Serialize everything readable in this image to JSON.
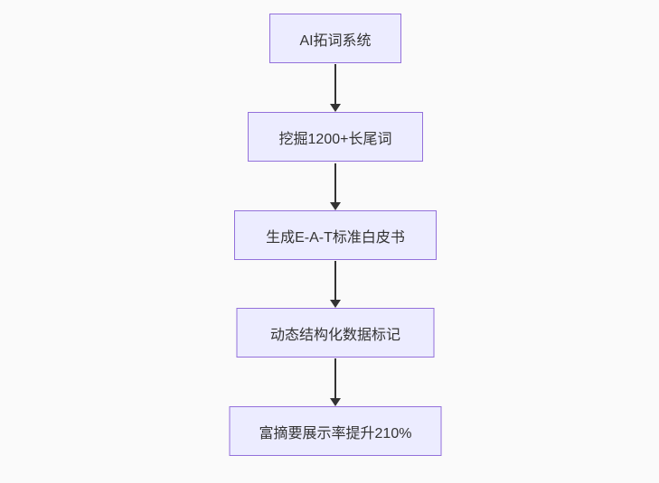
{
  "page": {
    "background_color": "#FAFAFA"
  },
  "diagram": {
    "type": "flowchart",
    "direction": "top-down",
    "node_fill_color": "#ECECFF",
    "node_border_color": "#9370DB",
    "text_color": "#333333",
    "arrow_color": "#333333",
    "nodes": [
      {
        "id": "A",
        "label": "AI拓词系统"
      },
      {
        "id": "B",
        "label": "挖掘1200+长尾词"
      },
      {
        "id": "C",
        "label": "生成E-A-T标准白皮书"
      },
      {
        "id": "D",
        "label": "动态结构化数据标记"
      },
      {
        "id": "E",
        "label": "富摘要展示率提升210%"
      }
    ],
    "edges": [
      {
        "from": "A",
        "to": "B"
      },
      {
        "from": "B",
        "to": "C"
      },
      {
        "from": "C",
        "to": "D"
      },
      {
        "from": "D",
        "to": "E"
      }
    ]
  }
}
